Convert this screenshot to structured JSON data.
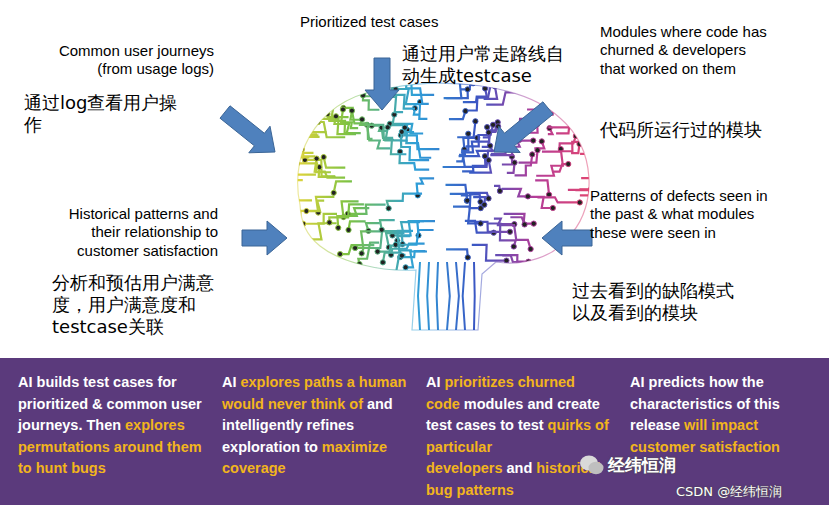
{
  "diagram": {
    "nodes": [
      {
        "text": [
          "AI builds test cases for prioritized & common user journeys. Then",
          "explores permutations around them to hunt bugs",
          "AI",
          "explores paths a human would never think of",
          "and intelligently refines exploration to",
          "maximize coverage",
          "AI",
          "prioritizes churned code",
          "modules and create test cases to test",
          "quirks of particular developers",
          "and",
          "historical bug patterns",
          "AI predicts how the characteristics of this release",
          "will impact customer satisfaction"
        ]
      }
    ],
    "labels": [
      "Common user journeys (from usage logs)",
      "通过log查看用户操作",
      "Prioritized test cases",
      "通过用户常走路线自动生成testcase",
      "Modules where code has churned & developers that worked on them",
      "代码所运行过的模块",
      "Historical patterns and their relationship to customer satisfaction",
      "分析和预估用户满意度，用户满意度和testcase关联",
      "Patterns of defects seen in the past & what modules these were seen in",
      "过去看到的缺陷模式以及看到的模块",
      "经纬恒润",
      "CSDN @经纬恒润"
    ]
  }
}
